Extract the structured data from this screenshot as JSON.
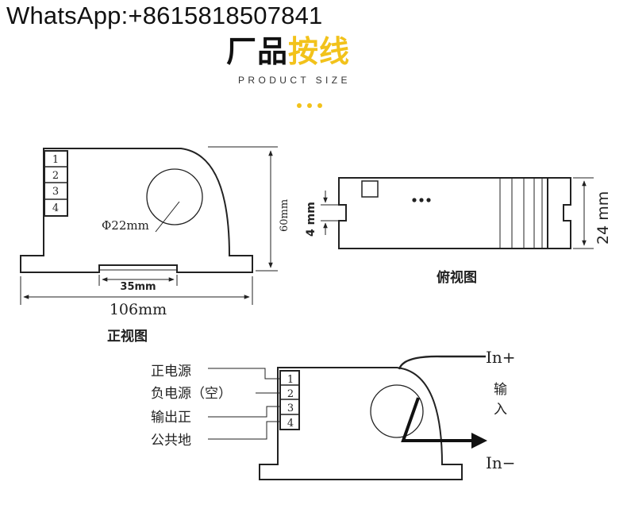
{
  "watermark": "WhatsApp:+8615818507841",
  "heading": {
    "black": "厂品",
    "accent": "按线"
  },
  "subheading": "PRODUCT SIZE",
  "accent_color": "#f2c21b",
  "front_view": {
    "terminals": [
      "1",
      "2",
      "3",
      "4"
    ],
    "hole_label": "Φ22mm",
    "height_label": "60mm",
    "slot_label": "35mm",
    "width_label": "106mm",
    "caption": "正视图"
  },
  "top_view": {
    "notch_label": "4 mm",
    "depth_label": "24 mm",
    "caption": "俯视图"
  },
  "wiring": {
    "terminals": [
      "1",
      "2",
      "3",
      "4"
    ],
    "labels": [
      "正电源",
      "负电源（空）",
      "输出正",
      "公共地"
    ],
    "in_plus": "In+",
    "in_minus": "In−",
    "input_line1": "输",
    "input_line2": "入"
  }
}
